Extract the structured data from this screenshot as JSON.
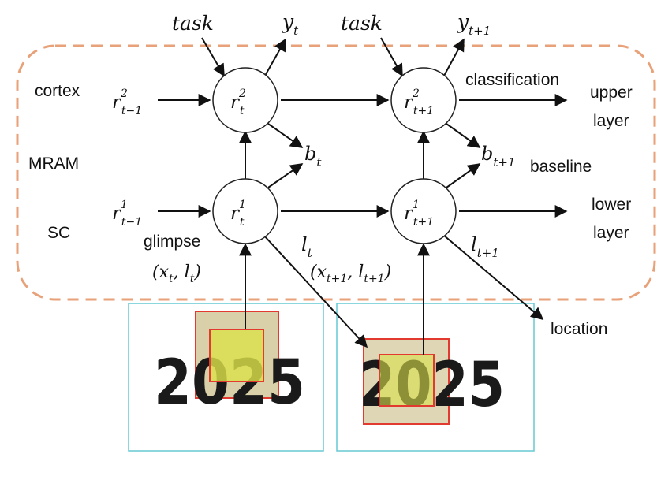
{
  "labels": {
    "cortex": "cortex",
    "mram": "MRAM",
    "sc": "SC",
    "glimpse": "glimpse",
    "classification": "classification",
    "upper": "upper",
    "upper_layer": "layer",
    "baseline": "baseline",
    "lower": "lower",
    "lower_layer": "layer",
    "location": "location"
  },
  "math": {
    "task": "task",
    "y": "y",
    "r": "r",
    "b": "b",
    "l": "l",
    "x": "x",
    "sub_t": "t",
    "sub_tp1": "t+1",
    "sub_tm1": "t−1",
    "sup_1": "1",
    "sup_2": "2"
  },
  "digits": {
    "first": "2025",
    "second": "2025"
  },
  "colors": {
    "dashed_border": "#e8a27a",
    "panel_border": "#67c9d2",
    "glimpse_outer_fill": "#d9cfa9",
    "glimpse_inner_fill": "#dbe04a",
    "glimpse_border": "#e23a2f"
  }
}
